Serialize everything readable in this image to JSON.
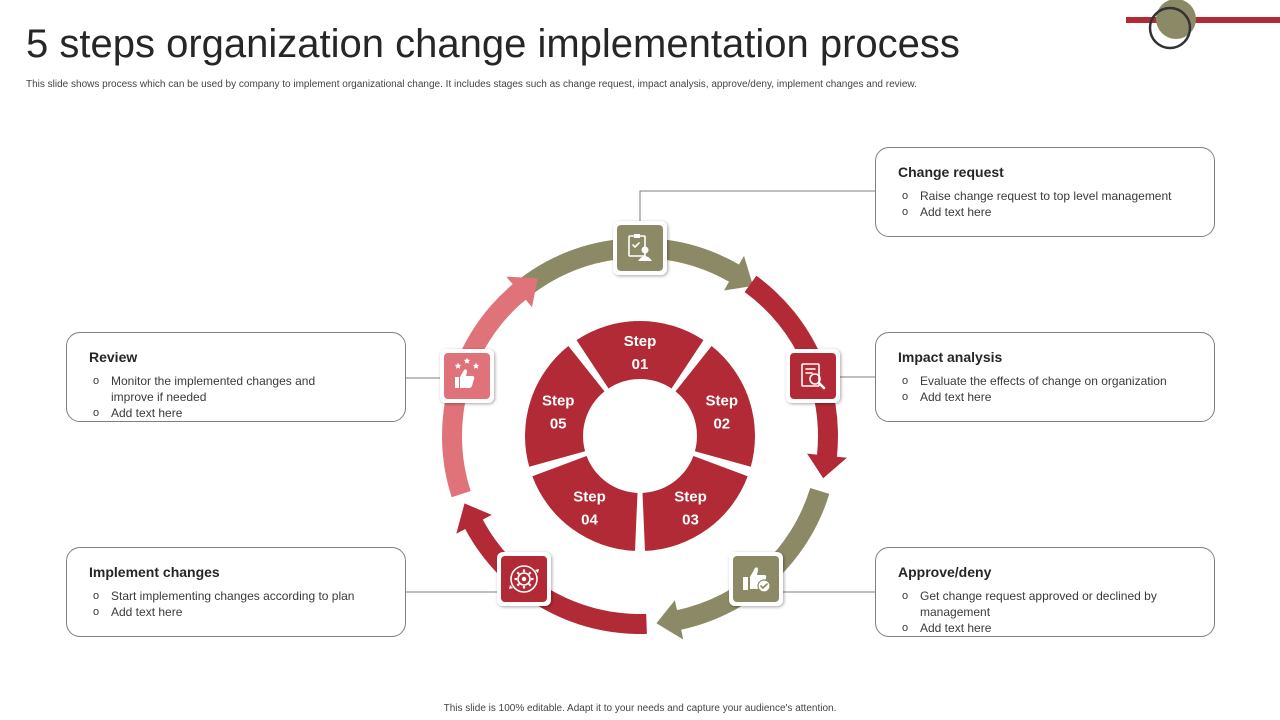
{
  "title": "5 steps organization change implementation process",
  "subtitle": "This slide shows process which can be used by company to implement  organizational change. It includes stages such as change request, impact analysis, approve/deny, implement changes and review.",
  "footer": "This slide is 100% editable.  Adapt it to your needs and capture your audience's attention.",
  "colors": {
    "red": "#b22a35",
    "olive": "#8c8a66",
    "pink": "#e0727a",
    "text": "#262626"
  },
  "steps": [
    {
      "word": "Step",
      "num": "01"
    },
    {
      "word": "Step",
      "num": "02"
    },
    {
      "word": "Step",
      "num": "03"
    },
    {
      "word": "Step",
      "num": "04"
    },
    {
      "word": "Step",
      "num": "05"
    }
  ],
  "boxes": {
    "change_request": {
      "heading": "Change request",
      "bullets": [
        "Raise change request to top level management",
        "Add text here"
      ],
      "icon": "clipboard-user-icon"
    },
    "impact_analysis": {
      "heading": "Impact analysis",
      "bullets": [
        "Evaluate the effects of change on organization",
        "Add text here"
      ],
      "icon": "document-magnifier-icon"
    },
    "approve_deny": {
      "heading": "Approve/deny",
      "bullets": [
        "Get change request approved  or declined by management",
        "Add text here"
      ],
      "icon": "thumbs-up-check-icon"
    },
    "implement_changes": {
      "heading": "Implement changes",
      "bullets": [
        "Start implementing changes according to plan",
        "Add text here"
      ],
      "icon": "gear-cycle-icon"
    },
    "review": {
      "heading": "Review",
      "bullets": [
        "Monitor the implemented changes and improve  if needed",
        "Add text here"
      ],
      "icon": "thumbs-up-stars-icon"
    }
  }
}
